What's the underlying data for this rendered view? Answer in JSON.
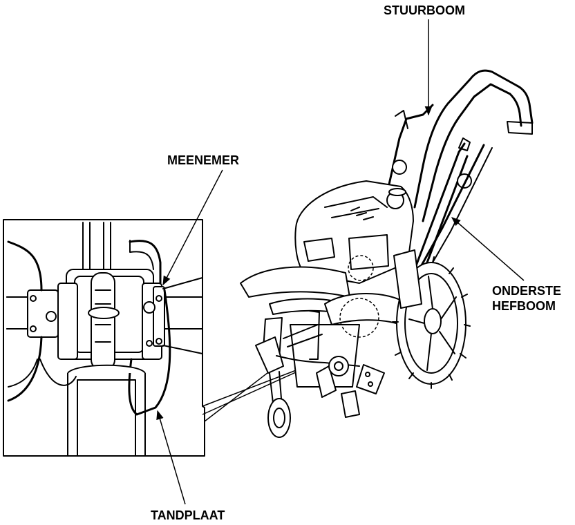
{
  "labels": {
    "stuurboom": "STUURBOOM",
    "meenemer": "MEENEMER",
    "onderste_hefboom_line1": "ONDERSTE",
    "onderste_hefboom_line2": "HEFBOOM",
    "tandplaat": "TANDPLAAT"
  },
  "colors": {
    "line": "#000000",
    "background": "#ffffff"
  }
}
